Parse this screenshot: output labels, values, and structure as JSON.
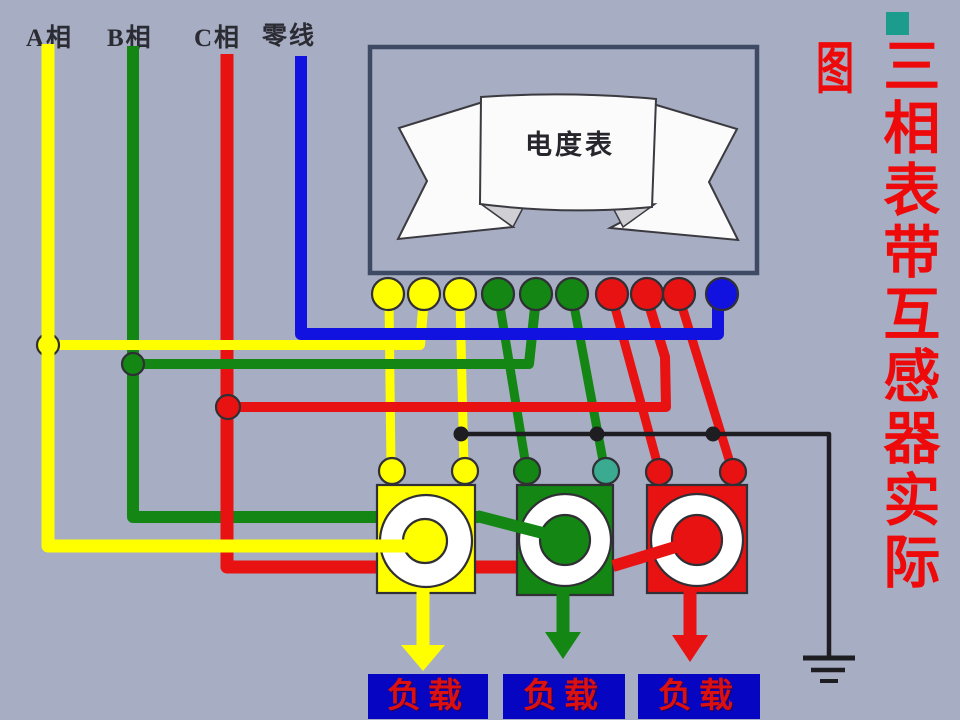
{
  "colors": {
    "page_bg": "#a7adc2",
    "phase_a": "#ffff00",
    "phase_b": "#138613",
    "phase_c": "#e81212",
    "neutral": "#1212e0",
    "common_line": "#1d1d22",
    "teal_terminal": "#3aab90",
    "meter_border": "#3e4964",
    "ribbon_fill": "#fbfbfb",
    "load_box": "#0505c2",
    "load_text": "#dd1010",
    "title_red": "#ee0a0a",
    "bullet_teal": "#1b9c8d",
    "label_ink": "#2b2b33"
  },
  "supply": {
    "labels": [
      "A相",
      "B相",
      "C相",
      "零线"
    ]
  },
  "meter": {
    "label": "电度表"
  },
  "loads": [
    "负载",
    "负载",
    "负载"
  ],
  "title": {
    "prefix": "图",
    "text": "三相表带互感器实际"
  }
}
